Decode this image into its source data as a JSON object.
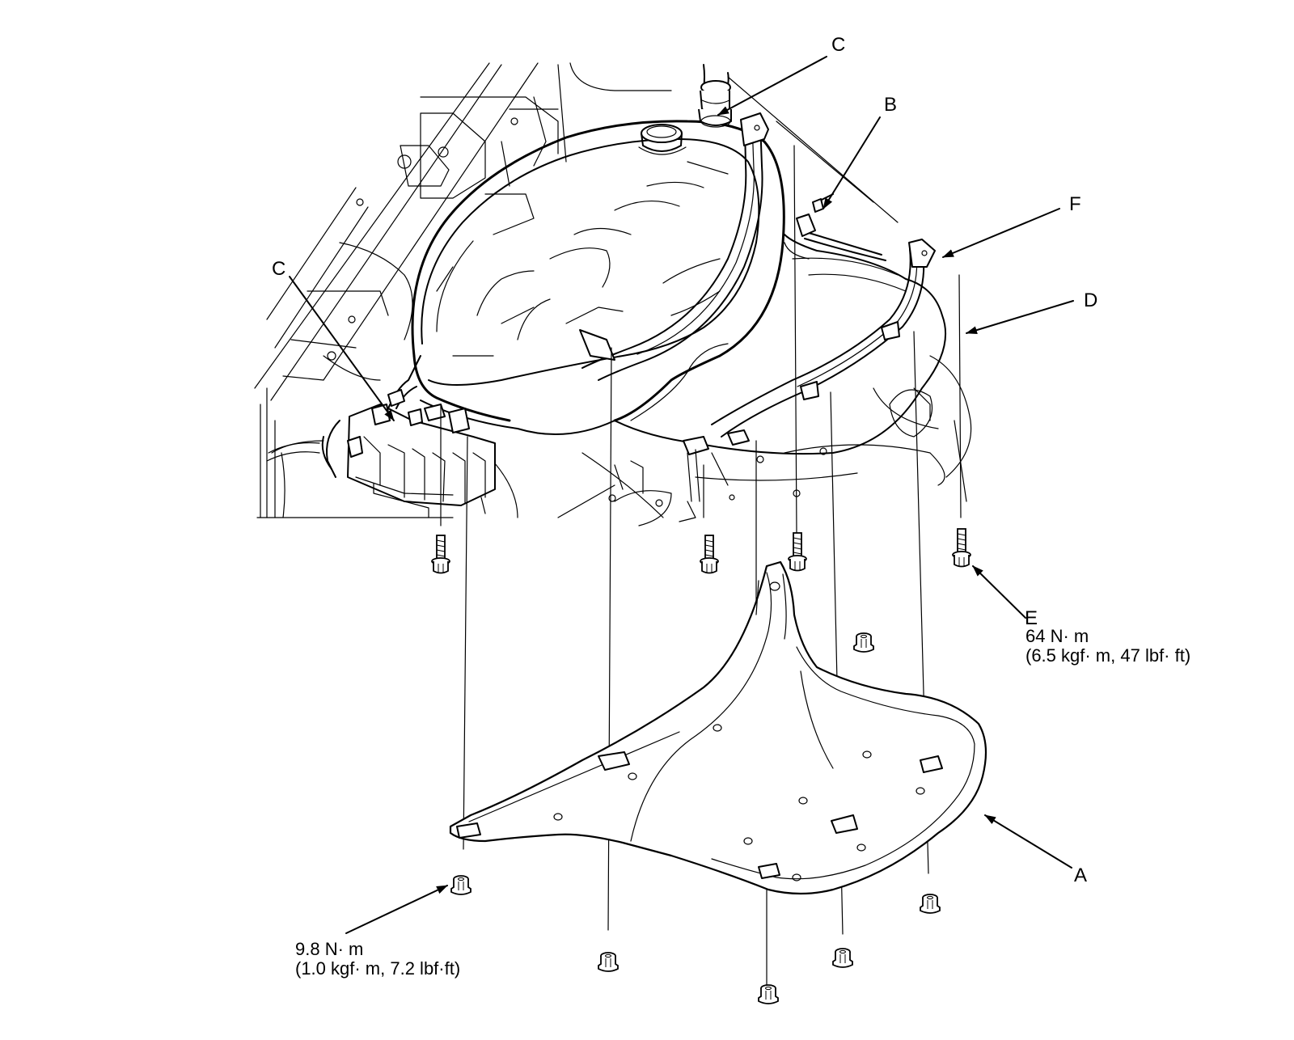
{
  "labels": {
    "a": "A",
    "b": "B",
    "c_top": "C",
    "c_left": "C",
    "d": "D",
    "e": "E",
    "f": "F"
  },
  "torque_e": {
    "line1": "64 N·  m",
    "line2": "(6.5 kgf·  m, 47 lbf·  ft)"
  },
  "torque_nut": {
    "line1": "9.8 N·  m",
    "line2": "(1.0 kgf·  m, 7.2 lbf·ft)"
  }
}
